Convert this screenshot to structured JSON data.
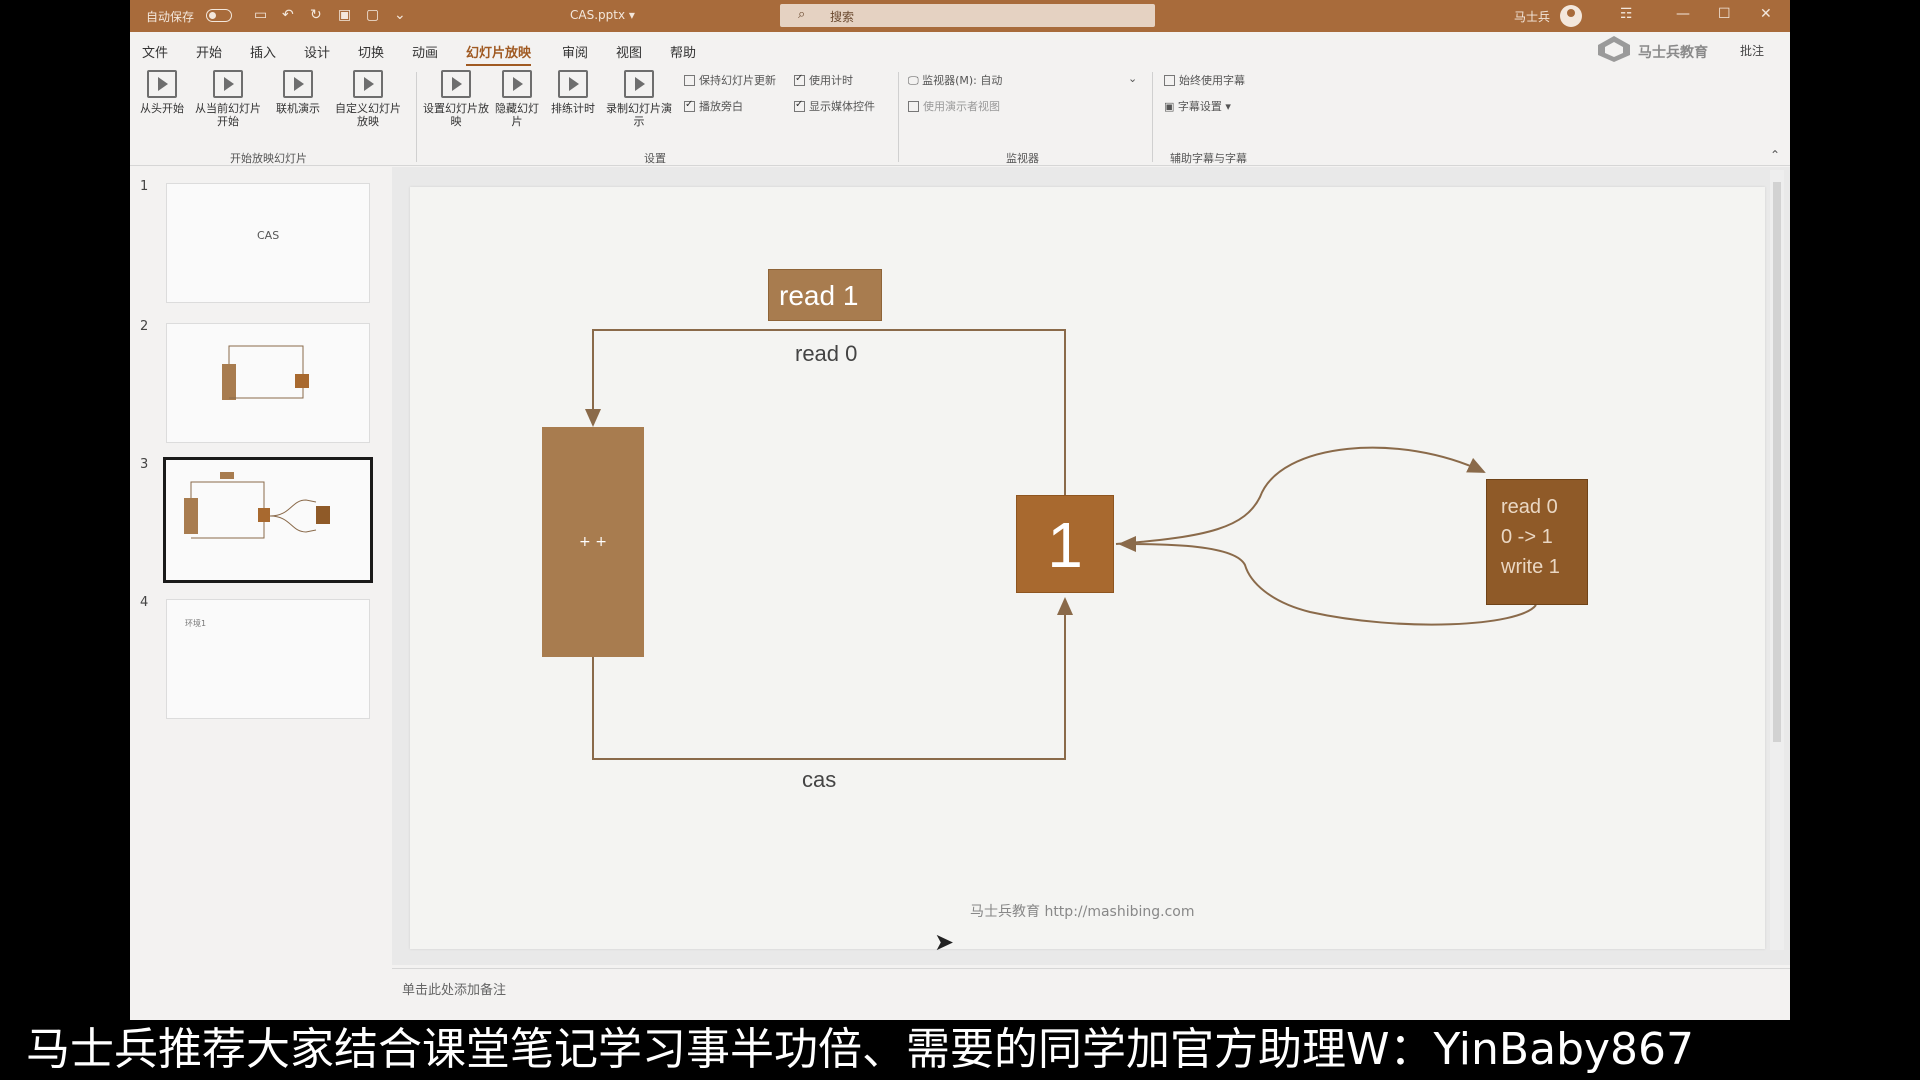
{
  "titlebar": {
    "autosave_label": "自动保存",
    "doc_title": "CAS.pptx ▾",
    "search_placeholder": "搜索",
    "user_name": "马士兵",
    "minimize": "—",
    "restore": "☐",
    "close": "✕",
    "ribbon_display": "☶"
  },
  "menu": {
    "tabs": [
      "文件",
      "开始",
      "插入",
      "设计",
      "切换",
      "动画",
      "幻灯片放映",
      "审阅",
      "视图",
      "帮助"
    ],
    "active_tab": "幻灯片放映",
    "logo_text": "马士兵教育",
    "approve": "批注"
  },
  "ribbon": {
    "start_group": {
      "label": "开始放映幻灯片",
      "buttons": [
        "从头开始",
        "从当前幻灯片开始",
        "联机演示",
        "自定义幻灯片放映"
      ]
    },
    "setup_group": {
      "label": "设置",
      "buttons": [
        "设置幻灯片放映",
        "隐藏幻灯片",
        "排练计时",
        "录制幻灯片演示"
      ],
      "checks": [
        {
          "label": "保持幻灯片更新",
          "checked": false
        },
        {
          "label": "使用计时",
          "checked": true
        },
        {
          "label": "播放旁白",
          "checked": true
        },
        {
          "label": "显示媒体控件",
          "checked": true
        }
      ]
    },
    "monitor_group": {
      "label": "监视器",
      "monitor": "监视器(M): 自动",
      "presenter_view": "使用演示者视图"
    },
    "captions_group": {
      "label": "辅助字幕与字幕",
      "always_captions": "始终使用字幕",
      "caption_settings": "字幕设置 ▾"
    }
  },
  "thumbnails": [
    {
      "num": "1",
      "title": "CAS"
    },
    {
      "num": "2"
    },
    {
      "num": "3"
    },
    {
      "num": "4",
      "text": "环境1"
    }
  ],
  "slide": {
    "top_label": "read 1",
    "read_label": "read 0",
    "cas_label": "cas",
    "register_text": "+ +",
    "value_box": "1",
    "cas_box_lines": [
      "read 0",
      "0 -> 1",
      "write 1"
    ],
    "watermark": "马士兵教育 http://mashibing.com"
  },
  "notes_placeholder": "单击此处添加备注",
  "subtitle": "马士兵推荐大家结合课堂笔记学习事半功倍、需要的同学加官方助理W：YinBaby867"
}
